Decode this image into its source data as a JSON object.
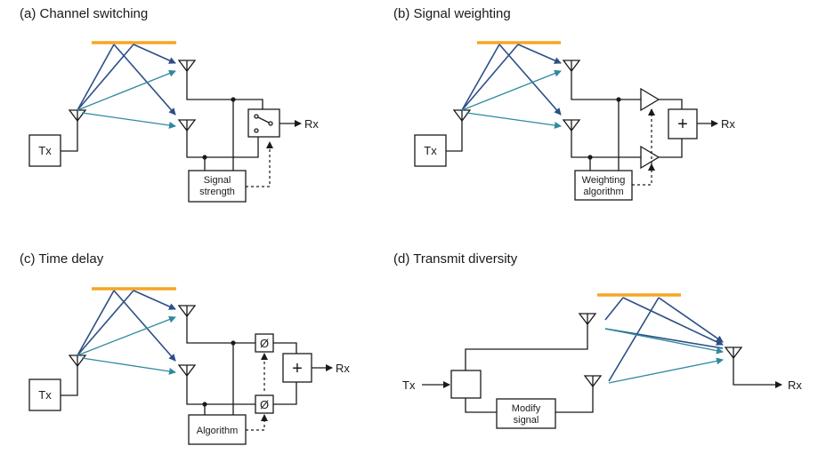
{
  "colors": {
    "reflector": "#f5a623",
    "ray_blue": "#2c4f86",
    "ray_teal": "#2e8aa0",
    "line": "#1a1a1a"
  },
  "panels": {
    "a": {
      "title": "(a) Channel switching",
      "tx": "Tx",
      "rx": "Rx",
      "box_line1": "Signal",
      "box_line2": "strength"
    },
    "b": {
      "title": "(b) Signal weighting",
      "tx": "Tx",
      "rx": "Rx",
      "box_line1": "Weighting",
      "box_line2": "algorithm",
      "sum": "+"
    },
    "c": {
      "title": "(c) Time delay",
      "tx": "Tx",
      "rx": "Rx",
      "box": "Algorithm",
      "sum": "+",
      "delay": "Ø"
    },
    "d": {
      "title": "(d) Transmit diversity",
      "tx": "Tx",
      "rx": "Rx",
      "box_line1": "Modify",
      "box_line2": "signal"
    }
  }
}
